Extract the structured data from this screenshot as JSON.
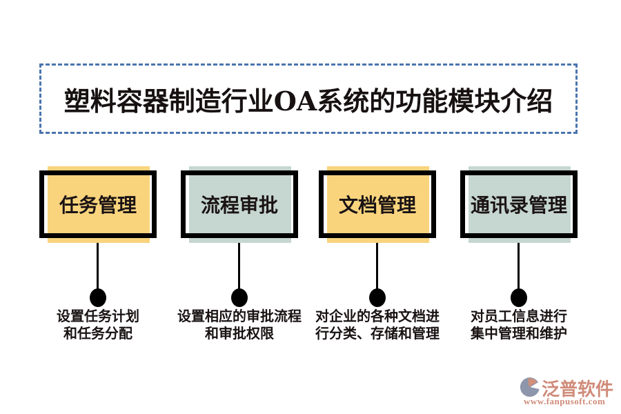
{
  "title": {
    "text": "塑料容器制造行业OA系统的功能模块介绍",
    "border_color": "#4a74ae"
  },
  "modules": [
    {
      "label": "任务管理",
      "fill": "#F9D47D",
      "desc_line1": "设置任务计划",
      "desc_line2": "和任务分配"
    },
    {
      "label": "流程审批",
      "fill": "#C6D6D0",
      "desc_line1": "设置相应的审批流程",
      "desc_line2": "和审批权限"
    },
    {
      "label": "文档管理",
      "fill": "#F9D47D",
      "desc_line1": "对企业的各种文档进",
      "desc_line2": "行分类、存储和管理"
    },
    {
      "label": "通讯录管理",
      "fill": "#C6D6D0",
      "desc_line1": "对员工信息进行",
      "desc_line2": "集中管理和维护"
    }
  ],
  "logo": {
    "icon": "fanpu-logo-icon",
    "name": "泛普软件",
    "url": "www.fanpusoft.com",
    "accent_color": "#cf8b79",
    "icon_gray": "#8d96aa",
    "icon_salmon": "#d28f7a"
  },
  "colors": {
    "connector": "#000000",
    "frame_border": "#000000",
    "background": "#ffffff"
  }
}
